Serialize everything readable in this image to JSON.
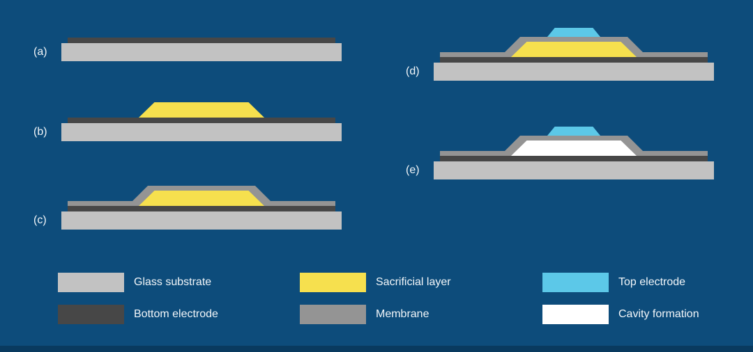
{
  "colors": {
    "background": "#0d4c7b",
    "footer": "#093a5f",
    "glass_substrate": "#c2c2c2",
    "bottom_electrode": "#474747",
    "sacrificial_layer": "#f6e04e",
    "membrane": "#949494",
    "top_electrode": "#5cc8e8",
    "cavity_formation": "#ffffff"
  },
  "steps": [
    {
      "label": "(a)",
      "layers": [
        "glass_substrate",
        "bottom_electrode"
      ]
    },
    {
      "label": "(b)",
      "layers": [
        "glass_substrate",
        "bottom_electrode",
        "sacrificial_layer"
      ]
    },
    {
      "label": "(c)",
      "layers": [
        "glass_substrate",
        "bottom_electrode",
        "sacrificial_layer",
        "membrane"
      ]
    },
    {
      "label": "(d)",
      "layers": [
        "glass_substrate",
        "bottom_electrode",
        "sacrificial_layer",
        "membrane",
        "top_electrode"
      ]
    },
    {
      "label": "(e)",
      "layers": [
        "glass_substrate",
        "bottom_electrode",
        "cavity_formation",
        "membrane",
        "top_electrode"
      ]
    }
  ],
  "legend": [
    {
      "label": "Glass substrate",
      "color_key": "glass_substrate"
    },
    {
      "label": "Bottom electrode",
      "color_key": "bottom_electrode"
    },
    {
      "label": "Sacrificial layer",
      "color_key": "sacrificial_layer"
    },
    {
      "label": "Membrane",
      "color_key": "membrane"
    },
    {
      "label": "Top electrode",
      "color_key": "top_electrode"
    },
    {
      "label": "Cavity formation",
      "color_key": "cavity_formation"
    }
  ]
}
